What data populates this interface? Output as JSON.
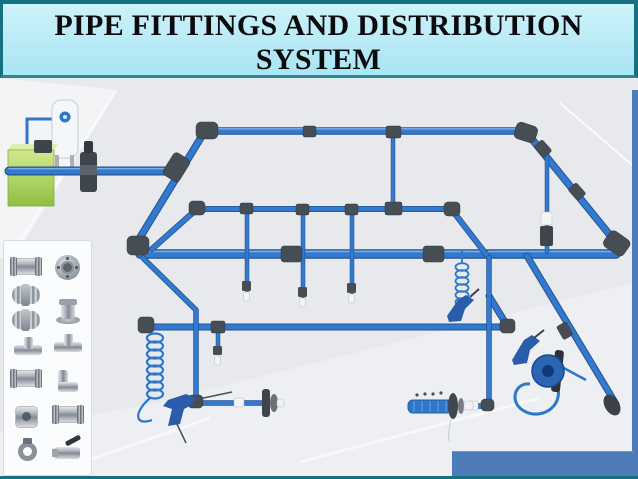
{
  "header": {
    "title_lines": [
      "PIPE FITTINGS AND DISTRIBUTION",
      "SYSTEM"
    ]
  },
  "caption_box": {
    "text": ""
  },
  "colors": {
    "border_teal": "#15707f",
    "header_cyan_top": "#cdf2fa",
    "header_cyan_bottom": "#a9e5f3",
    "title_text": "#0c0c0e",
    "room_gray": "#e7e9ec",
    "panel_white": "#fbfcfd",
    "pipe_blue": "#3279cf",
    "pipe_blue_dark": "#23548f",
    "fitting_gray": "#474d55",
    "caption_blue": "#4d7bb9",
    "compressor_green": "#9cc94e",
    "tank_white": "#f4f6f8",
    "gun_blue": "#2a5cab"
  },
  "illustration": {
    "components": [
      "compressor-unit",
      "air-receiver-tank",
      "filter-regulator",
      "feed-pipe",
      "ring-main-pipe",
      "inner-loop-pipe",
      "drop-pipes",
      "coiled-hose-left",
      "coiled-hose-middle",
      "blow-gun-left",
      "blow-gun-middle",
      "blow-gun-right",
      "hose-reel",
      "distribution-manifold",
      "outlet-couplers"
    ]
  },
  "fittings_panel": {
    "items": [
      {
        "name": "hose-coupling",
        "type": "coupling"
      },
      {
        "name": "pipe-flange",
        "type": "flange"
      },
      {
        "name": "barrel-union",
        "type": "barrel"
      },
      {
        "name": "ribbed-union",
        "type": "barrel"
      },
      {
        "name": "flanged-coupling",
        "type": "flanged"
      },
      {
        "name": "tee-fitting",
        "type": "tee"
      },
      {
        "name": "inline-tee",
        "type": "tee"
      },
      {
        "name": "socket-coupling",
        "type": "coupling"
      },
      {
        "name": "elbow-fitting",
        "type": "elbow"
      },
      {
        "name": "mounting-block",
        "type": "block"
      },
      {
        "name": "quick-coupler",
        "type": "coupling"
      },
      {
        "name": "pipe-clamp",
        "type": "clamp"
      },
      {
        "name": "ball-valve",
        "type": "valve"
      }
    ]
  }
}
